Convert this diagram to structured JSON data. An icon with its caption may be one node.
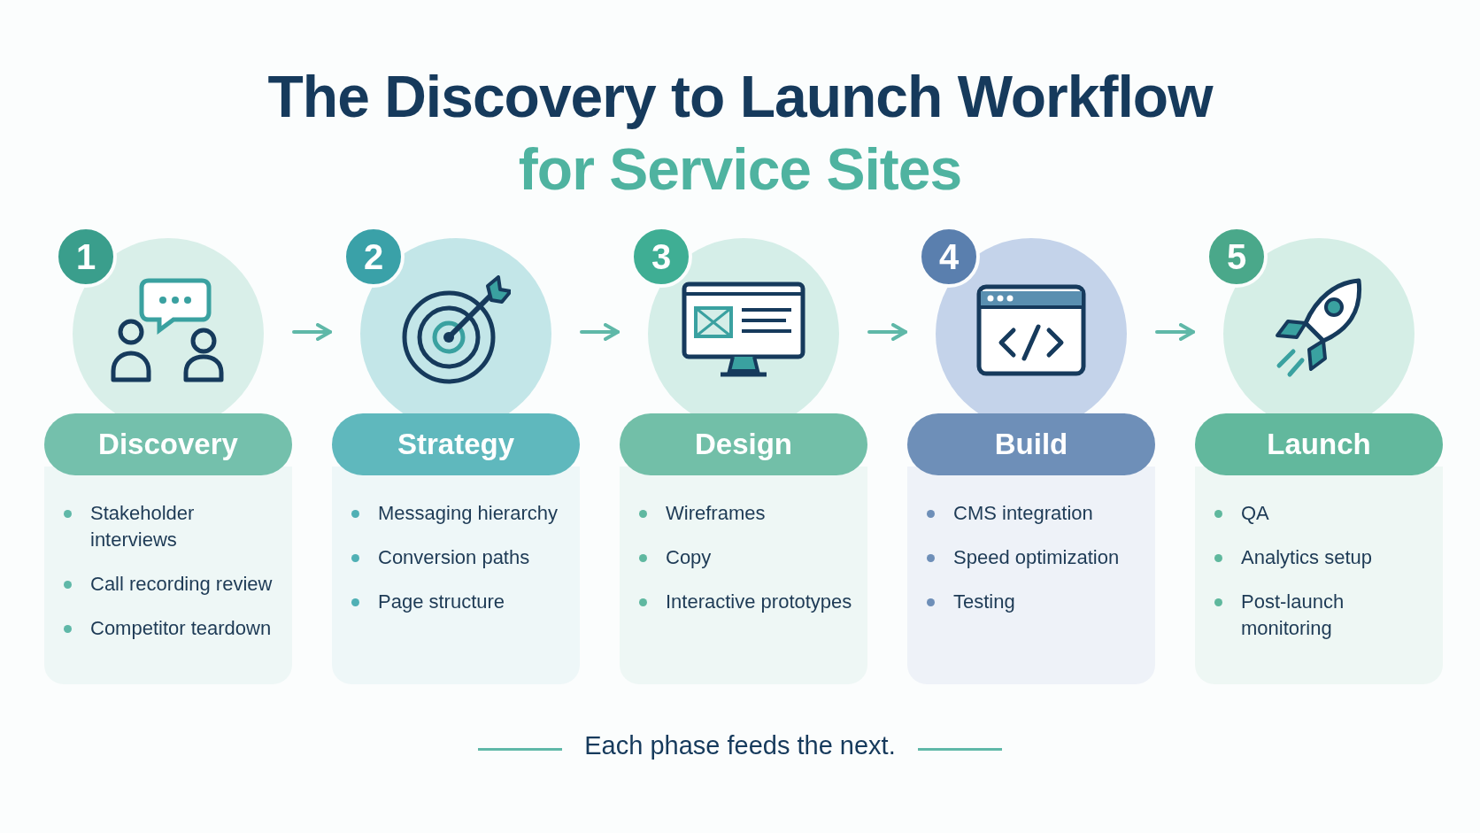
{
  "diagram": {
    "title": "The Discovery to Launch Workflow for Service Sites",
    "caption": "Each phase feeds the next.",
    "nodes": [
      {
        "text": [
          "1",
          "Discovery",
          "Stakeholder interviews",
          "Call recording review",
          "Competitor teardown"
        ]
      },
      {
        "text": [
          "2",
          "Strategy",
          "Messaging hierarchy",
          "Conversion paths",
          "Page structure"
        ]
      },
      {
        "text": [
          "3",
          "Design",
          "Wireframes",
          "Copy",
          "Interactive prototypes"
        ]
      },
      {
        "text": [
          "4",
          "Build",
          "CMS integration",
          "Speed optimization",
          "Testing"
        ]
      },
      {
        "text": [
          "5",
          "Launch",
          "QA",
          "Analytics setup",
          "Post-launch monitoring"
        ]
      }
    ],
    "edges": [
      {
        "from": 0,
        "to": 1,
        "arrow": "to"
      },
      {
        "from": 1,
        "to": 2,
        "arrow": "to"
      },
      {
        "from": 2,
        "to": 3,
        "arrow": "to"
      },
      {
        "from": 3,
        "to": 4,
        "arrow": "to"
      }
    ]
  }
}
